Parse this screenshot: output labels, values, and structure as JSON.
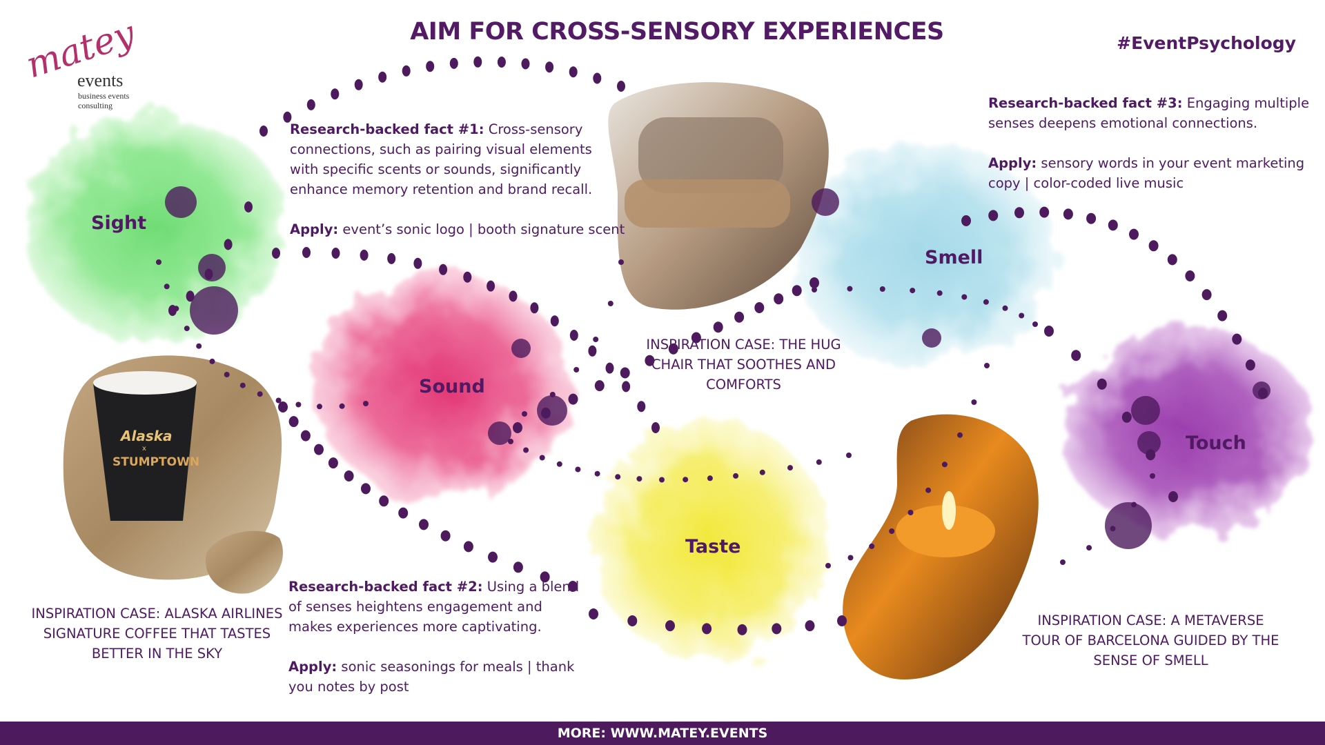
{
  "header": {
    "title": "AIM FOR CROSS-SENSORY EXPERIENCES",
    "hashtag": "#EventPsychology"
  },
  "logo": {
    "script": "matey",
    "word": "events",
    "tagline": "business events consulting"
  },
  "senses": {
    "sight": "Sight",
    "sound": "Sound",
    "taste": "Taste",
    "smell": "Smell",
    "touch": "Touch"
  },
  "colors": {
    "primary": "#531b66",
    "sight": "#7be07e",
    "sound": "#e8457f",
    "taste": "#f5ec4a",
    "smell": "#9fd6e6",
    "touch": "#a64bb5",
    "dots": "#4e1a5e"
  },
  "facts": [
    {
      "heading": "Research-backed fact #1:",
      "body": "Cross-sensory connections, such as pairing visual elements with specific scents or sounds, significantly enhance memory retention and brand recall.",
      "apply_label": "Apply:",
      "apply": "event’s sonic logo | booth signature scent"
    },
    {
      "heading": "Research-backed fact #2:",
      "body": "Using a blend of senses heightens engagement and makes experiences more captivating.",
      "apply_label": "Apply:",
      "apply": "sonic seasonings for meals | thank you notes by post"
    },
    {
      "heading": "Research-backed fact #3:",
      "body": "Engaging multiple senses deepens emotional connections.",
      "apply_label": "Apply:",
      "apply": "sensory words in your event marketing copy | color-coded live music"
    }
  ],
  "cases": {
    "chair": "INSPIRATION CASE: THE HUG CHAIR THAT SOOTHES AND COMFORTS",
    "coffee": "INSPIRATION CASE: ALASKA AIRLINES SIGNATURE COFFEE THAT TASTES BETTER IN THE SKY",
    "barcelona": "INSPIRATION CASE:  A METAVERSE TOUR OF BARCELONA GUIDED BY THE SENSE OF SMELL"
  },
  "photo_text": {
    "cup_brand": "Alaska",
    "cup_x": "x",
    "cup_roaster": "STUMPTOWN"
  },
  "footer": {
    "text": "MORE: WWW.MATEY.EVENTS"
  }
}
